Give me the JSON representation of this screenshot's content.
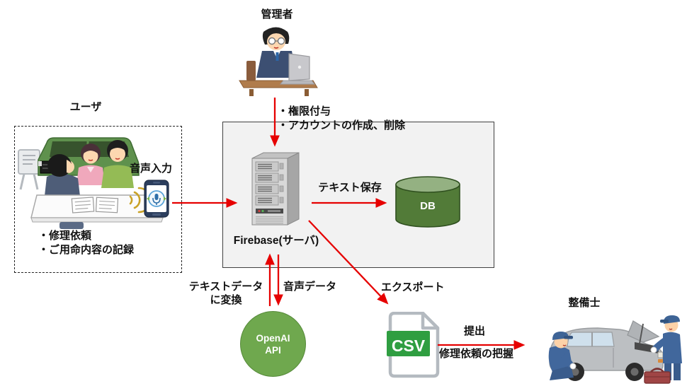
{
  "titles": {
    "admin": "管理者",
    "user": "ユーザ",
    "mechanic": "整備士"
  },
  "nodes": {
    "server_label": "Firebase(サーバ)",
    "db_label": "DB",
    "openai_line1": "OpenAI",
    "openai_line2": "API",
    "csv_label": "CSV"
  },
  "flow_labels": {
    "admin_actions": "・権限付与\n・アカウントの作成、削除",
    "voice_input": "音声入力",
    "user_notes": "・修理依頼\n・ご用命内容の記録",
    "text_save": "テキスト保存",
    "to_text": "テキストデータ\nに変換",
    "voice_data": "音声データ",
    "export": "エクスポート",
    "submit": "提出",
    "grasp": "修理依頼の把握"
  },
  "colors": {
    "arrow_red": "#e60000",
    "panel_fill": "#f2f2f2",
    "db_green": "#527b38",
    "db_green_top": "#94b182",
    "openai_green": "#6fa84e",
    "csv_green": "#2f9e41"
  }
}
